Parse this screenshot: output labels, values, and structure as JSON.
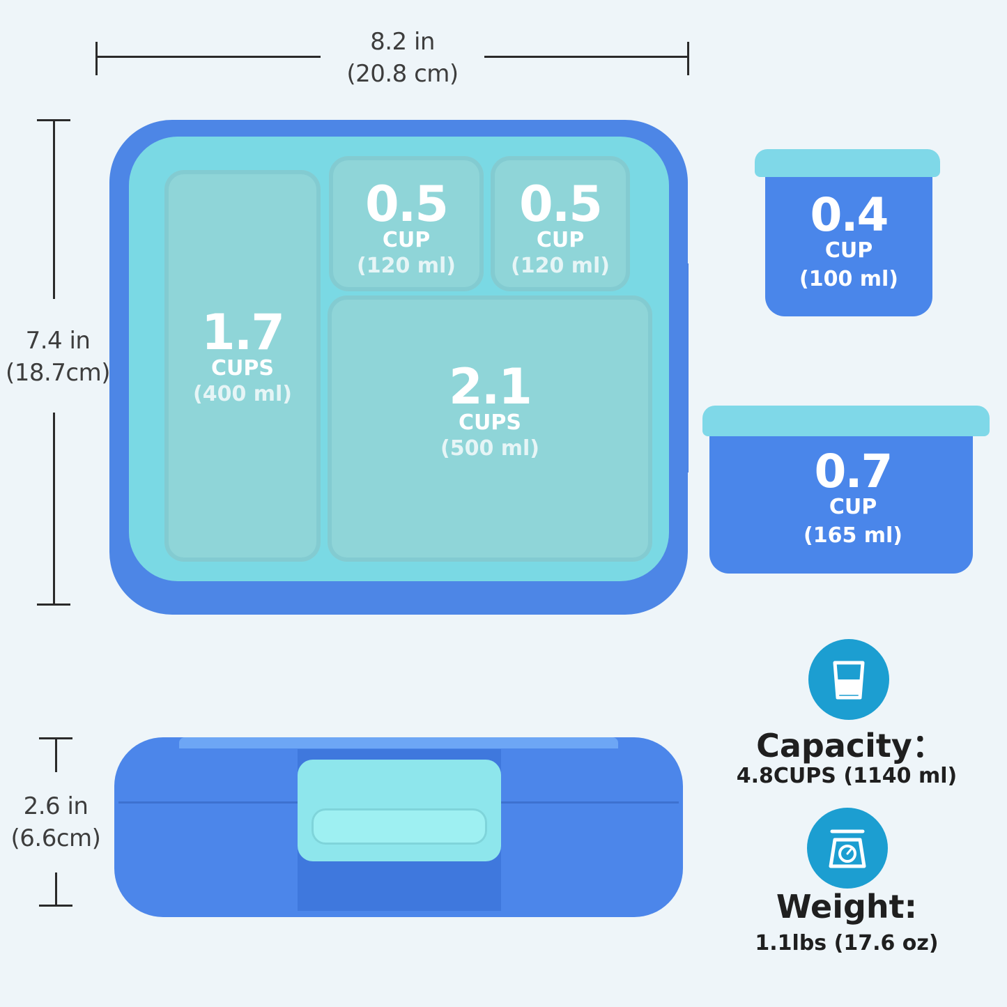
{
  "dimensions": {
    "width": {
      "inches": "8.2 in",
      "cm": "(20.8 cm)"
    },
    "length": {
      "inches": "7.4 in",
      "cm": "(18.7cm)"
    },
    "height": {
      "inches": "2.6 in",
      "cm": "(6.6cm)"
    }
  },
  "compartments": [
    {
      "amount": "1.7",
      "unit": "CUPS",
      "ml": "(400 ml)"
    },
    {
      "amount": "0.5",
      "unit": "CUP",
      "ml": "(120 ml)"
    },
    {
      "amount": "0.5",
      "unit": "CUP",
      "ml": "(120 ml)"
    },
    {
      "amount": "2.1",
      "unit": "CUPS",
      "ml": "(500 ml)"
    }
  ],
  "containers": [
    {
      "amount": "0.4",
      "unit": "CUP",
      "ml": "(100 ml)"
    },
    {
      "amount": "0.7",
      "unit": "CUP",
      "ml": "(165 ml)"
    }
  ],
  "capacity": {
    "title": "Capacity：",
    "value": "4.8CUPS (1140 ml)",
    "icon": "glass-icon"
  },
  "weight": {
    "title": "Weight:",
    "value": "1.1lbs (17.6 oz)",
    "icon": "scale-icon"
  },
  "colors": {
    "box_blue": "#4d86e6",
    "tray_aqua": "#8fd5d8",
    "icon_circle": "#1c9ed1"
  }
}
